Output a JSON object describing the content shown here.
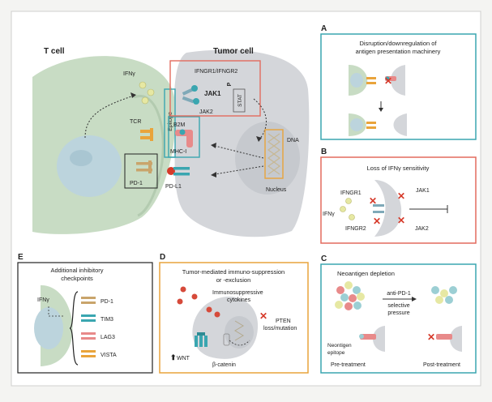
{
  "main": {
    "t_cell": "T cell",
    "tumor_cell": "Tumor cell",
    "ifn": "IFNγ",
    "tcr": "TCR",
    "pd1": "PD-1",
    "epitope": "Epitope",
    "b2m": "B2M",
    "mhc": "MHC-I",
    "pdl1": "PD-L1",
    "ifngr": "IFNGR1/IFNGR2",
    "jak1": "JAK1",
    "jak2": "JAK2",
    "p": "P",
    "stat": "STAT",
    "dna": "DNA",
    "nucleus": "Nucleus"
  },
  "panel_a": {
    "letter": "A",
    "title_line1": "Disruption/downregulation of",
    "title_line2": "antigen presentation machinery"
  },
  "panel_b": {
    "letter": "B",
    "title": "Loss of IFNγ sensitivity",
    "ifngr1": "IFNGR1",
    "ifngr2": "IFNGR2",
    "jak1": "JAK1",
    "jak2": "JAK2",
    "ifn": "IFNγ"
  },
  "panel_c": {
    "letter": "C",
    "title": "Neoantigen depletion",
    "anti": "anti-PD-1",
    "selective": "selective",
    "pressure": "pressure",
    "neo_line1": "Neontigen",
    "neo_line2": "epitope",
    "pre": "Pre-treatment",
    "post": "Post-treatment"
  },
  "panel_d": {
    "letter": "D",
    "title_line1": "Tumor-mediated immuno-suppression",
    "title_line2": "or -exclusion",
    "cyt_line1": "Immunosuppressive",
    "cyt_line2": "cytokines",
    "pten_line1": "PTEN",
    "pten_line2": "loss/mutation",
    "wnt": "WNT",
    "bcat": "β-catenin"
  },
  "panel_e": {
    "letter": "E",
    "title_line1": "Additional inhibitory",
    "title_line2": "checkpoints",
    "ifn": "IFNγ",
    "pd1": "PD-1",
    "tim3": "TIM3",
    "lag3": "LAG3",
    "vista": "VISTA"
  },
  "colors": {
    "teal": "#3aa6b0",
    "salmon": "#e36b5e",
    "orange": "#e9a43b",
    "red": "#d63a2a",
    "tcell": "#c8dcc4",
    "tumor": "#d4d6da",
    "pink": "#e88a8a"
  }
}
